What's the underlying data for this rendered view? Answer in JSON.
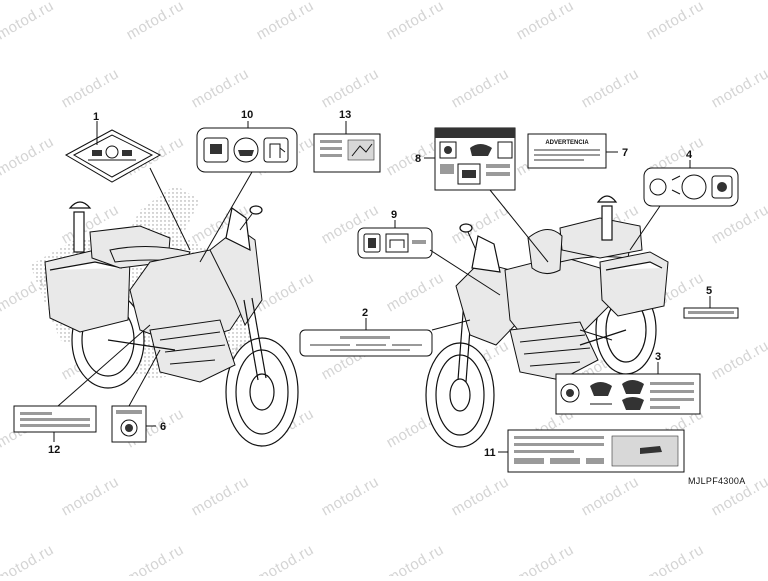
{
  "watermark": "motod.ru",
  "diagram_code": "MJLPF4300A",
  "warning_label_text": "ADVERTENCIA",
  "callouts": [
    "1",
    "2",
    "3",
    "4",
    "5",
    "6",
    "7",
    "8",
    "9",
    "10",
    "11",
    "12",
    "13"
  ],
  "colors": {
    "line": "#111111",
    "watermark": "#d4d4d4",
    "label_fill": "#ffffff",
    "shade": "#d8d8d8"
  }
}
